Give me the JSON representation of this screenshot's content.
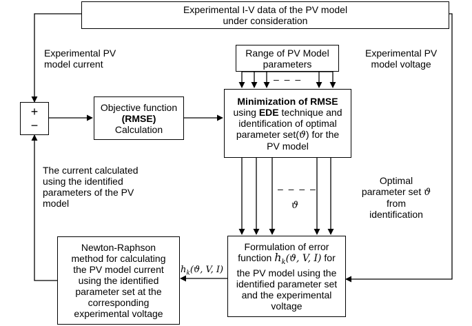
{
  "nodes": {
    "experimental_data": {
      "lines": [
        "Experimental I-V data of the PV model",
        "under consideration"
      ]
    },
    "range_params": {
      "lines": [
        "Range of PV Model",
        "parameters"
      ]
    },
    "summing_junction": {
      "plus": "+",
      "minus": "−"
    },
    "objective": {
      "line1": "Objective function",
      "line2_bold": "(RMSE)",
      "line3": "Calculation"
    },
    "minimization": {
      "title_bold": "Minimization of RMSE",
      "l2_pre": "using ",
      "l2_bold": "EDE",
      "l2_post": " technique and",
      "l3": "identification of optimal",
      "l4_pre": "parameter set(",
      "l4_sym": "ϑ",
      "l4_post": ") for the",
      "l5": "PV model"
    },
    "formulation": {
      "l1": "Formulation of error",
      "l2_pre": "function ",
      "l2_math": "h",
      "l2_sub": "k",
      "l2_args": "(ϑ, V, I)",
      "l2_post": " for",
      "l3": "the PV model using the",
      "l4": "identified parameter set",
      "l5": "and the experimental",
      "l6": "voltage"
    },
    "newton": {
      "lines": [
        "Newton-Raphson",
        "method for calculating",
        "the PV model current",
        "using the identified",
        "parameter set at the",
        "corresponding",
        "experimental voltage"
      ]
    }
  },
  "labels": {
    "exp_current": [
      "Experimental PV",
      "model current"
    ],
    "exp_voltage": [
      "Experimental PV",
      "model voltage"
    ],
    "calc_current": [
      "The current calculated",
      "using the identified",
      "parameters of the PV",
      "model"
    ],
    "optimal_set": {
      "l1": "Optimal",
      "l2_pre": "parameter set ",
      "l2_sym": "ϑ",
      "l3": "from",
      "l4": "identification"
    },
    "theta_label": "ϑ",
    "hk_label": {
      "math": "h",
      "sub": "k",
      "args": "(ϑ, V, I)"
    },
    "dashes_top": "– – –",
    "dashes_mid": "– – – –"
  }
}
